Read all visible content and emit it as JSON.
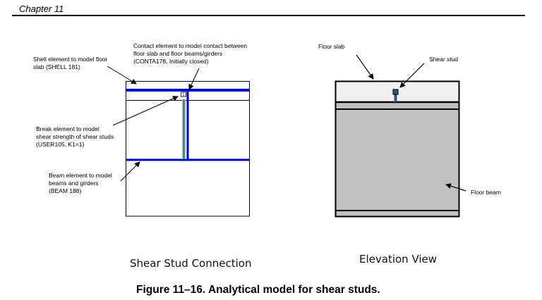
{
  "header": {
    "chapter": "Chapter 11"
  },
  "left_diagram": {
    "subtitle": "Shear Stud Connection",
    "labels": {
      "shell": "Shell element to model floor\nslab (SHELL 181)",
      "contact": "Contact element to model contact between\nfloor slab and floor beams/girders\n(CONTA178, Initially closed)",
      "break": "Break element to model\nshear strength of shear studs\n(USER105, K1=1)",
      "beam": "Beam element to model\nbeams and girders\n(BEAM 188)"
    },
    "colors": {
      "beam_line": "#0000cc",
      "stud": "#4f7f7a"
    }
  },
  "right_diagram": {
    "subtitle": "Elevation View",
    "labels": {
      "floor_slab": "Floor slab",
      "shear_stud": "Shear stud",
      "floor_beam": "Floor beam"
    },
    "colors": {
      "slab_fill": "#f0f0f0",
      "beam_fill": "#c0c0c0",
      "stud": "#3a4f7a"
    }
  },
  "caption": "Figure 11–16.  Analytical model for shear studs."
}
